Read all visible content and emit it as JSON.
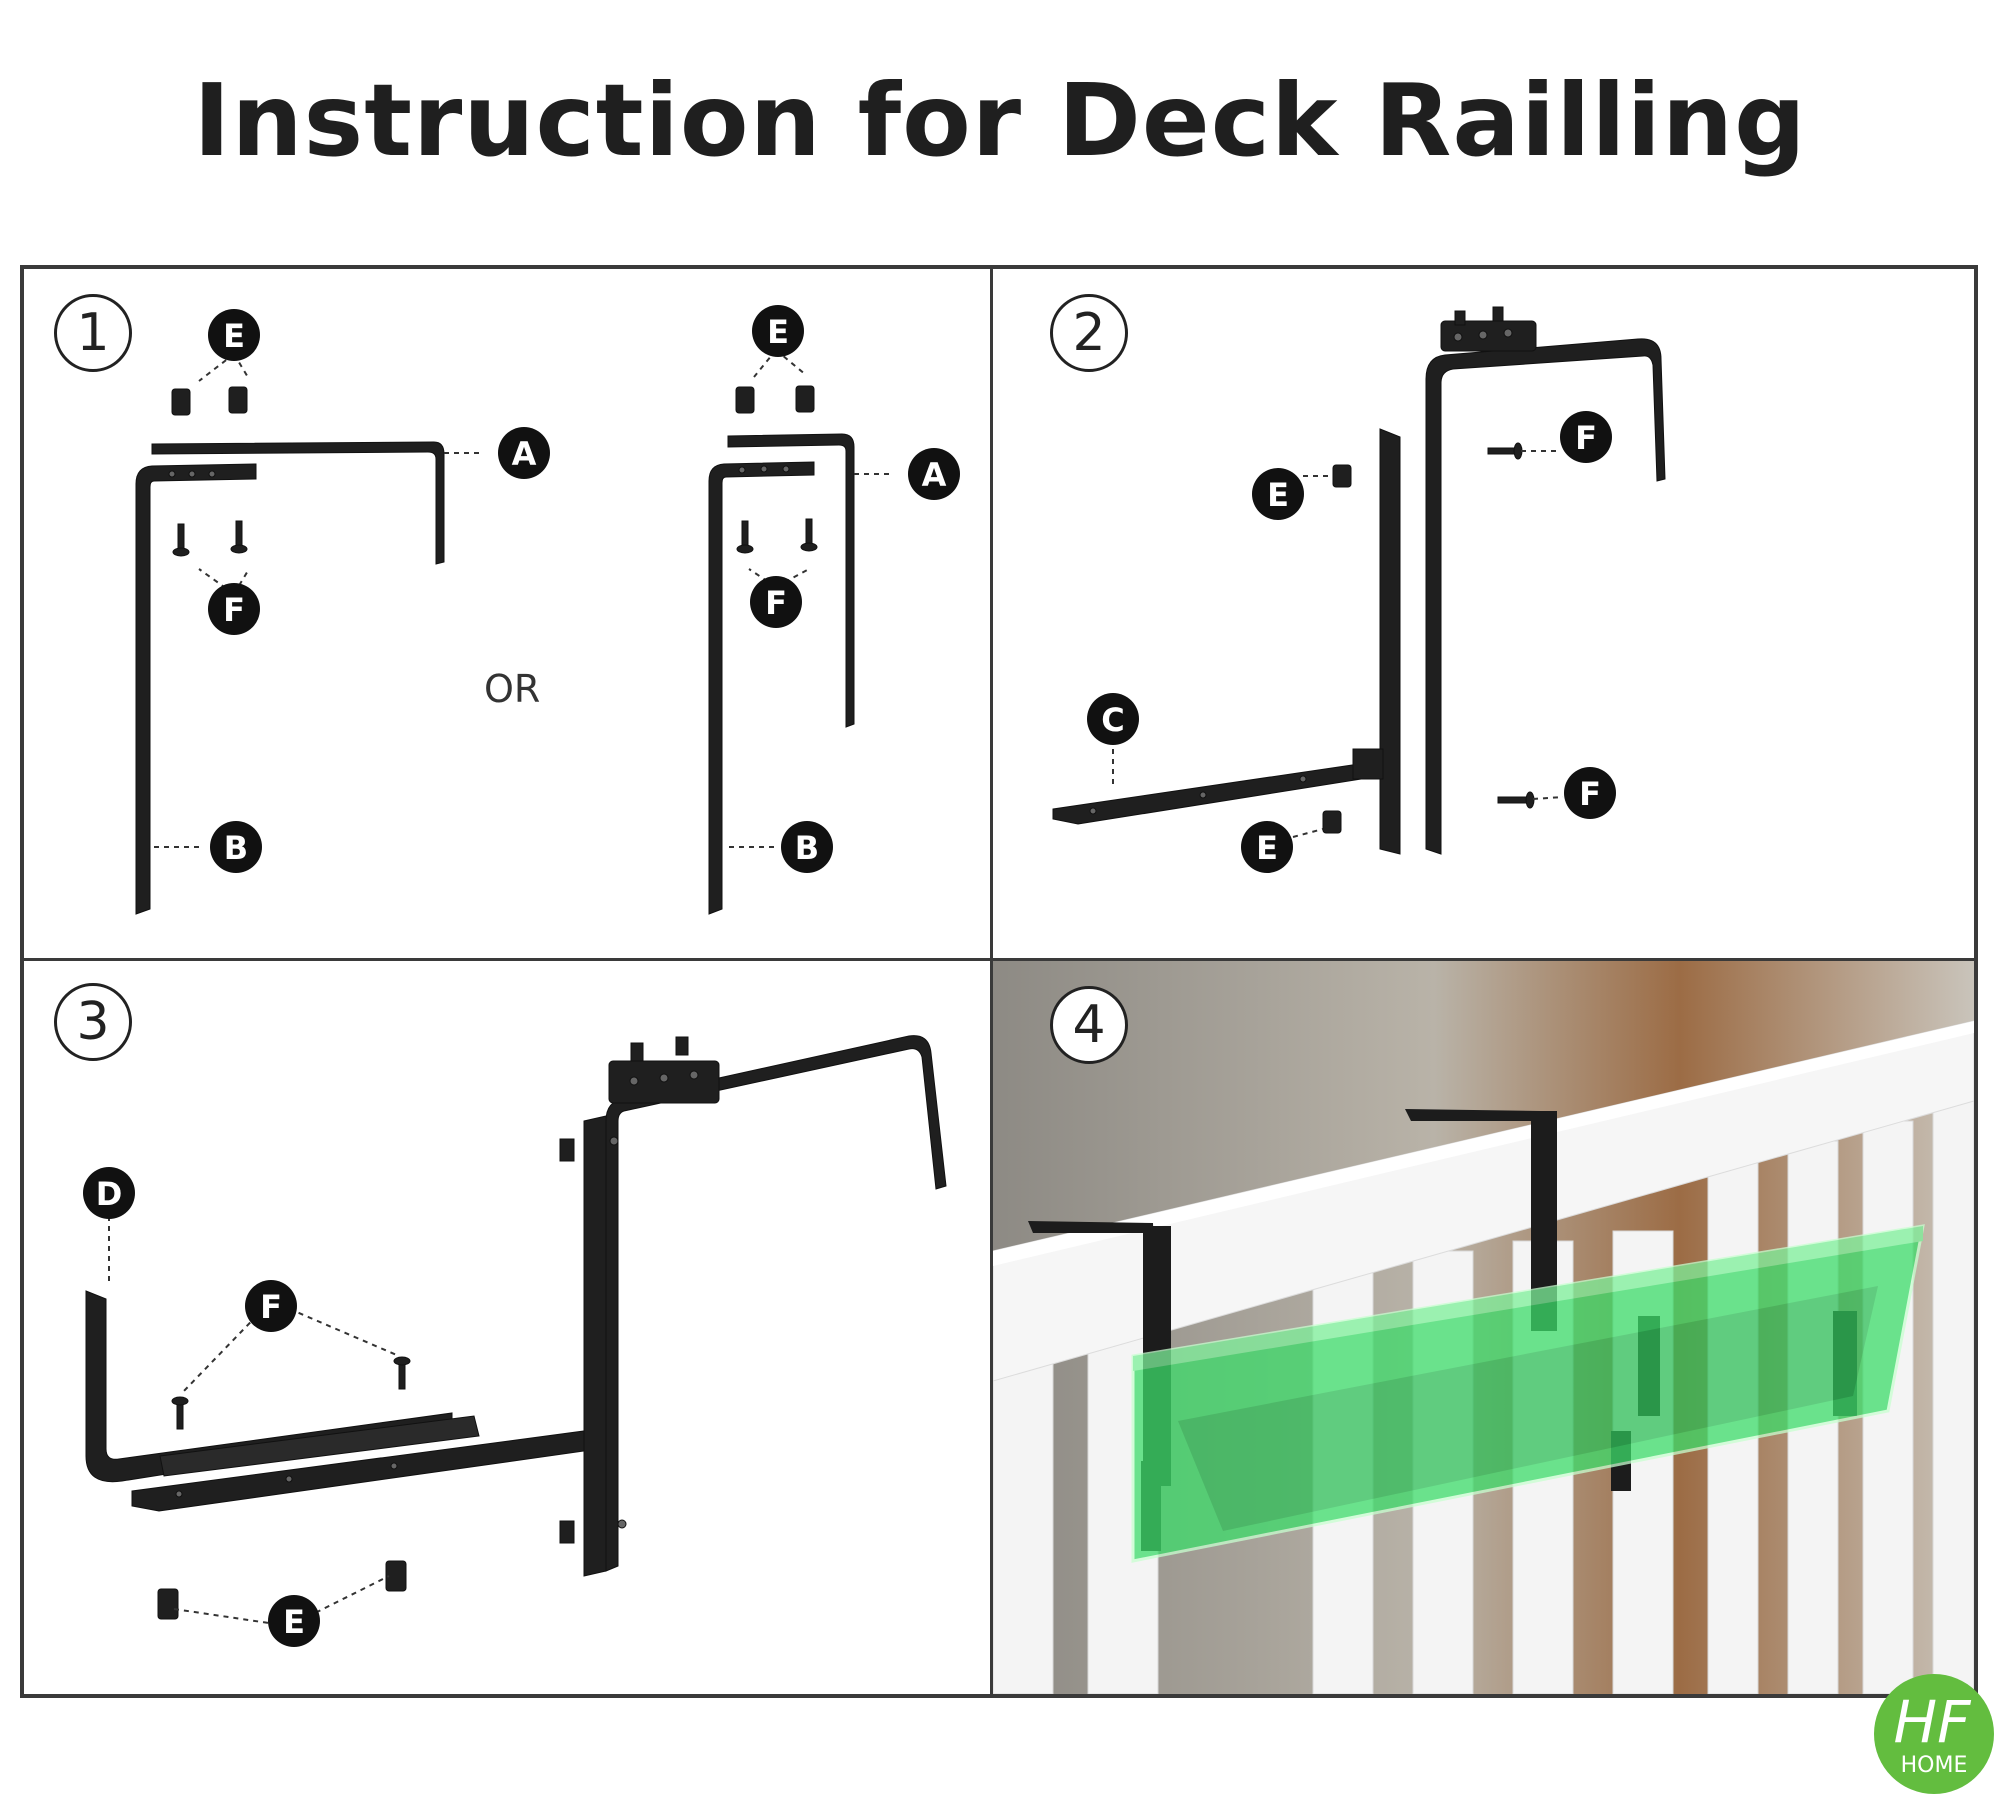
{
  "title": "Instruction for Deck Railling",
  "steps": [
    {
      "number": "1",
      "or_text": "OR"
    },
    {
      "number": "2"
    },
    {
      "number": "3"
    },
    {
      "number": "4"
    }
  ],
  "part_labels": {
    "a": "A",
    "b": "B",
    "c": "C",
    "d": "D",
    "e": "E",
    "f": "F"
  },
  "logo": {
    "text": "HF",
    "subtext": "HOME"
  },
  "colors": {
    "bracket": "#1f1f1f",
    "planter": "#3ddc6a",
    "logo": "#63bd3f",
    "railing": "#f4f4f4"
  }
}
